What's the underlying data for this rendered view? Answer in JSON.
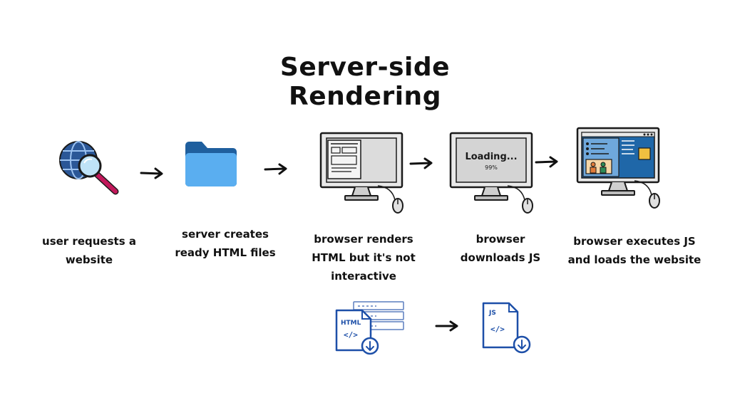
{
  "title": "Server-side Rendering",
  "steps": [
    {
      "icon": "globe-search-icon",
      "lines": [
        "user requests a",
        "website"
      ]
    },
    {
      "icon": "folder-icon",
      "lines": [
        "server creates",
        "ready HTML files"
      ]
    },
    {
      "icon": "computer-wireframe-icon",
      "lines": [
        "browser renders",
        "HTML but it's not",
        "interactive"
      ]
    },
    {
      "icon": "computer-loading-icon",
      "screen_text": "Loading...",
      "screen_percent": "99%",
      "lines": [
        "browser",
        "downloads JS"
      ]
    },
    {
      "icon": "computer-website-icon",
      "lines": [
        "browser executes JS",
        "and loads the website"
      ]
    }
  ],
  "files": [
    {
      "icon": "html-file-download-icon",
      "label": "HTML",
      "code": "</>"
    },
    {
      "icon": "js-file-download-icon",
      "label": "JS",
      "code": "</>"
    }
  ],
  "colors": {
    "globe": "#2b5797",
    "magnifier_handle": "#c2185b",
    "folder_back": "#1f5f9e",
    "folder_front": "#5aaef0",
    "file_blue": "#1d4fa8",
    "site_panel": "#1f67a8",
    "site_accent": "#f0c040"
  }
}
